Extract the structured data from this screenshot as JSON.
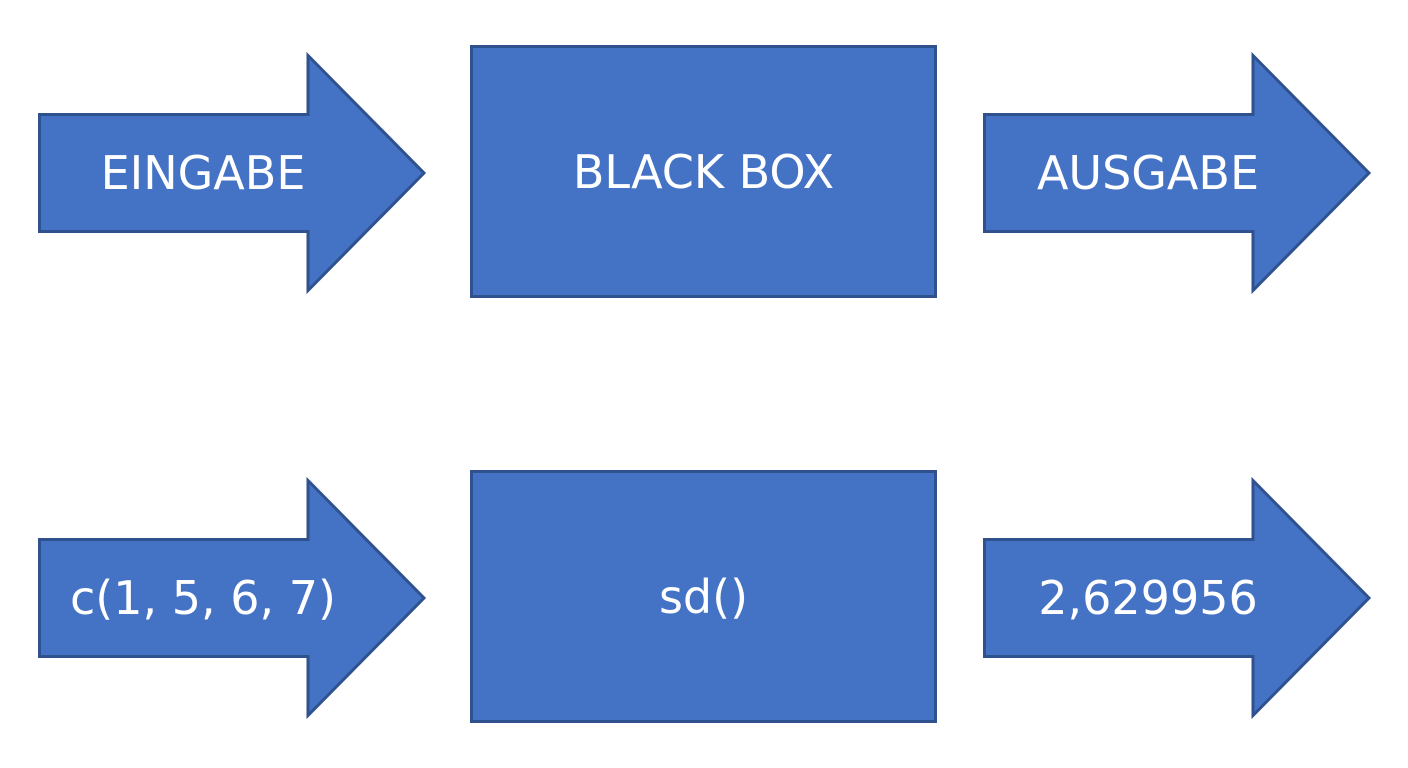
{
  "colors": {
    "shape_fill": "#4472c4",
    "shape_border": "#2f528f",
    "text": "#ffffff"
  },
  "row1": {
    "input_label": "EINGABE",
    "box_label": "BLACK BOX",
    "output_label": "AUSGABE"
  },
  "row2": {
    "input_label": "c(1, 5, 6, 7)",
    "box_label": "sd()",
    "output_label": "2,629956"
  }
}
